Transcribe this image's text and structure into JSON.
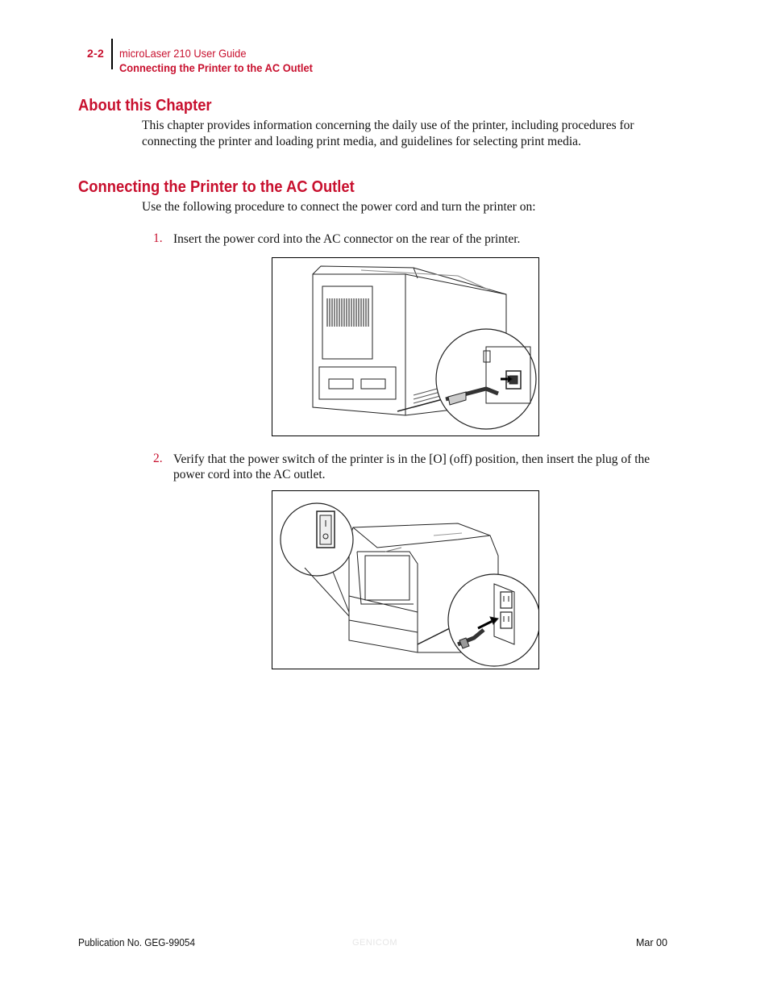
{
  "header": {
    "page_number": "2-2",
    "guide_title": "microLaser 210 User Guide",
    "section_title": "Connecting the Printer to the AC Outlet"
  },
  "sections": {
    "about": {
      "heading": "About this Chapter",
      "body": "This chapter provides information concerning the daily use of the printer, including procedures for connecting the printer and loading print media, and guidelines for selecting print media."
    },
    "connecting": {
      "heading": "Connecting the Printer to the AC Outlet",
      "intro": "Use the following procedure to connect the power cord and turn the printer on:",
      "steps": [
        {
          "number": "1.",
          "text": "Insert the power cord into the AC connector on the rear of the printer."
        },
        {
          "number": "2.",
          "text": "Verify that the power switch of the printer is in the [O] (off) position, then insert the plug of the power cord into the AC outlet."
        }
      ]
    }
  },
  "footer": {
    "publication": "Publication No. GEG-99054",
    "brand": "GENICOM",
    "date": "Mar 00"
  },
  "colors": {
    "accent": "#c8102e",
    "text": "#111111",
    "watermark": "#e6e6e6"
  }
}
